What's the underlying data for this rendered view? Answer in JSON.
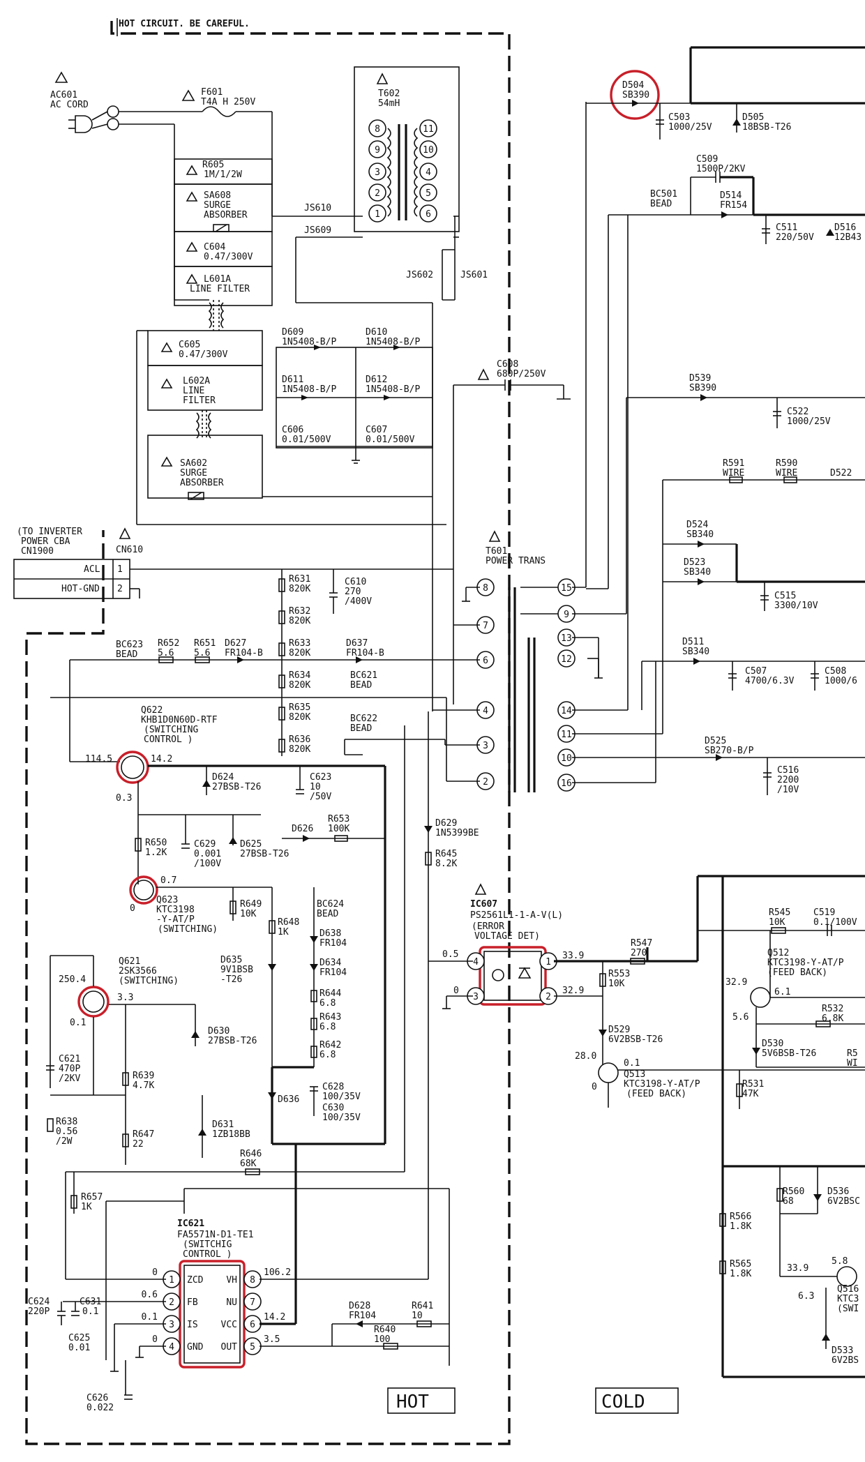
{
  "header": {
    "warning": "HOT CIRCUIT. BE CAREFUL."
  },
  "regions": {
    "hot": "HOT",
    "cold": "COLD"
  },
  "input": {
    "ac601": [
      "AC601",
      "AC CORD"
    ],
    "f601": [
      "F601",
      "T4A H 250V"
    ],
    "r605": [
      "R605",
      "1M/1/2W"
    ],
    "sa608": [
      "SA608",
      "SURGE",
      "ABSORBER"
    ],
    "c604": [
      "C604",
      "0.47/300V"
    ],
    "l601a": [
      "L601A",
      "LINE FILTER"
    ],
    "c605": [
      "C605",
      "0.47/300V"
    ],
    "l602a": [
      "L602A",
      "LINE",
      "FILTER"
    ],
    "sa602": [
      "SA602",
      "SURGE",
      "ABSORBER"
    ]
  },
  "t602": {
    "name": "T602",
    "value": "54mH",
    "pins_left": [
      "8",
      "9",
      "3",
      "2",
      "1"
    ],
    "pins_right": [
      "11",
      "10",
      "4",
      "5",
      "6"
    ]
  },
  "jumpers": {
    "js610": "JS610",
    "js609": "JS609",
    "js602": "JS602",
    "js601": "JS601"
  },
  "bridge": {
    "d609": [
      "D609",
      "1N5408-B/P"
    ],
    "d610": [
      "D610",
      "1N5408-B/P"
    ],
    "d611": [
      "D611",
      "1N5408-B/P"
    ],
    "d612": [
      "D612",
      "1N5408-B/P"
    ],
    "c606": [
      "C606",
      "0.01/500V"
    ],
    "c607": [
      "C607",
      "0.01/500V"
    ],
    "c608": [
      "C608",
      "680P/250V"
    ]
  },
  "cn610": {
    "note": [
      "(TO INVERTER",
      "POWER CBA",
      "CN1900"
    ],
    "name": "CN610",
    "rows": [
      {
        "label": "ACL",
        "pin": "1"
      },
      {
        "label": "HOT-GND",
        "pin": "2"
      }
    ]
  },
  "bleeder": {
    "r631": [
      "R631",
      "820K"
    ],
    "r632": [
      "R632",
      "820K"
    ],
    "r633": [
      "R633",
      "820K"
    ],
    "r634": [
      "R634",
      "820K"
    ],
    "r635": [
      "R635",
      "820K"
    ],
    "r636": [
      "R636",
      "820K"
    ],
    "c610": [
      "C610",
      "270",
      "/400V"
    ]
  },
  "t601": {
    "name": "T601",
    "desc": "POWER TRANS",
    "pins_left": [
      "8",
      "7",
      "6",
      "4",
      "3",
      "2"
    ],
    "pins_right": [
      "15",
      "9",
      "13",
      "12",
      "14",
      "11",
      "10",
      "16"
    ]
  },
  "primary": {
    "bc623": [
      "BC623",
      "BEAD"
    ],
    "r652": [
      "R652",
      "5.6"
    ],
    "r651": [
      "R651",
      "5.6"
    ],
    "d627": [
      "D627",
      "FR104-B"
    ],
    "d637": [
      "D637",
      "FR104-B"
    ],
    "bc621": [
      "BC621",
      "BEAD"
    ],
    "bc622": [
      "BC622",
      "BEAD"
    ],
    "q622": [
      "Q622",
      "KHB1D0N60D-RTF",
      "(SWITCHING",
      "CONTROL )"
    ],
    "q622_v": [
      "114.5",
      "14.2",
      "0.3"
    ],
    "d624": [
      "D624",
      "27BSB-T26"
    ],
    "c623": [
      "C623",
      "10",
      "/50V"
    ],
    "d626": "D626",
    "r653": [
      "R653",
      "100K"
    ],
    "r650": [
      "R650",
      "1.2K"
    ],
    "c629": [
      "C629",
      "0.001",
      "/100V"
    ],
    "d625": [
      "D625",
      "27BSB-T26"
    ],
    "d629": [
      "D629",
      "1N5399BE"
    ],
    "r645": [
      "R645",
      "8.2K"
    ],
    "q623": [
      "Q623",
      "KTC3198",
      "-Y-AT/P",
      "(SWITCHING)"
    ],
    "q623_v": [
      "0.7",
      "0"
    ],
    "r649": [
      "R649",
      "10K"
    ],
    "r648": [
      "R648",
      "1K"
    ],
    "bc624": [
      "BC624",
      "BEAD"
    ],
    "d638": [
      "D638",
      "FR104"
    ],
    "d634": [
      "D634",
      "FR104"
    ],
    "r644": [
      "R644",
      "6.8"
    ],
    "r643": [
      "R643",
      "6.8"
    ],
    "r642": [
      "R642",
      "6.8"
    ],
    "q621": [
      "Q621",
      "2SK3566",
      "(SWITCHING)"
    ],
    "q621_v": [
      "250.4",
      "3.3",
      "0.1"
    ],
    "d635": [
      "D635",
      "9V1BSB",
      "-T26"
    ],
    "d630": [
      "D630",
      "27BSB-T26"
    ],
    "c621": [
      "C621",
      "470P",
      "/2KV"
    ],
    "r639": [
      "R639",
      "4.7K"
    ],
    "d636": "D636",
    "c628": [
      "C628",
      "100/35V"
    ],
    "c630": [
      "C630",
      "100/35V"
    ],
    "r638": [
      "R638",
      "0.56",
      "/2W"
    ],
    "d631": [
      "D631",
      "1ZB18BB"
    ],
    "r647": [
      "R647",
      "22"
    ],
    "r646": [
      "R646",
      "68K"
    ],
    "r657": [
      "R657",
      "1K"
    ]
  },
  "ic621": {
    "name": "IC621",
    "part": [
      "FA5571N-D1-TE1",
      "(SWITCHIG",
      "CONTROL )"
    ],
    "left_pins": [
      {
        "n": "1",
        "label": "ZCD",
        "v": "0"
      },
      {
        "n": "2",
        "label": "FB",
        "v": "0.6"
      },
      {
        "n": "3",
        "label": "IS",
        "v": "0.1"
      },
      {
        "n": "4",
        "label": "GND",
        "v": "0"
      }
    ],
    "right_pins": [
      {
        "n": "8",
        "label": "VH",
        "v": "106.2"
      },
      {
        "n": "7",
        "label": "NU",
        "v": ""
      },
      {
        "n": "6",
        "label": "VCC",
        "v": "14.2"
      },
      {
        "n": "5",
        "label": "OUT",
        "v": "3.5"
      }
    ],
    "c624": [
      "C624",
      "220P"
    ],
    "c631": [
      "C631",
      "0.1"
    ],
    "c625": [
      "C625",
      "0.01"
    ],
    "c626": [
      "C626",
      "0.022"
    ],
    "d628": [
      "D628",
      "FR104"
    ],
    "r641": [
      "R641",
      "10"
    ],
    "r640": [
      "R640",
      "100"
    ]
  },
  "ic607": {
    "name": "IC607",
    "part": [
      "PS2561L1-1-A-V(L)",
      "(ERROR",
      "VOLTAGE DET)"
    ],
    "v": [
      "0.5",
      "0",
      "33.9",
      "32.9"
    ],
    "pins": [
      "4",
      "3",
      "1",
      "2"
    ]
  },
  "secondary": {
    "d504": [
      "D504",
      "SB390"
    ],
    "c503": [
      "C503",
      "1000/25V"
    ],
    "d505": [
      "D505",
      "18BSB-T26"
    ],
    "c509": [
      "C509",
      "1500P/2KV"
    ],
    "bc501": [
      "BC501",
      "BEAD"
    ],
    "d514": [
      "D514",
      "FR154"
    ],
    "c511": [
      "C511",
      "220/50V"
    ],
    "d516": [
      "D516",
      "12B43"
    ],
    "d539": [
      "D539",
      "SB390"
    ],
    "c522": [
      "C522",
      "1000/25V"
    ],
    "r591": [
      "R591",
      "WIRE"
    ],
    "r590": [
      "R590",
      "WIRE"
    ],
    "d522": "D522",
    "d524": [
      "D524",
      "SB340"
    ],
    "d523": [
      "D523",
      "SB340"
    ],
    "c515": [
      "C515",
      "3300/10V"
    ],
    "d511": [
      "D511",
      "SB340"
    ],
    "c507": [
      "C507",
      "4700/6.3V"
    ],
    "c508": [
      "C508",
      "1000/6"
    ],
    "d525": [
      "D525",
      "SB270-B/P"
    ],
    "c516": [
      "C516",
      "2200",
      "/10V"
    ]
  },
  "feedback": {
    "r545": [
      "R545",
      "10K"
    ],
    "c519": [
      "C519",
      "0.1/100V"
    ],
    "q512": [
      "Q512",
      "KTC3198-Y-AT/P",
      "(FEED BACK)"
    ],
    "q512_v": [
      "32.9",
      "6.1",
      "5.6"
    ],
    "r547": [
      "R547",
      "270"
    ],
    "r553": [
      "R553",
      "10K"
    ],
    "r532": [
      "R532",
      "6.8K"
    ],
    "d530": [
      "D530",
      "5V6BSB-T26"
    ],
    "r5x": [
      "R5",
      "WI"
    ],
    "d529": [
      "D529",
      "6V2BSB-T26"
    ],
    "q513": [
      "Q513",
      "KTC3198-Y-AT/P",
      "(FEED BACK)"
    ],
    "q513_v": [
      "28.0",
      "0.1",
      "0"
    ],
    "r531": [
      "R531",
      "47K"
    ],
    "r560": [
      "R560",
      "68"
    ],
    "d536": [
      "D536",
      "6V2BSC"
    ],
    "r566": [
      "R566",
      "1.8K"
    ],
    "r565": [
      "R565",
      "1.8K"
    ],
    "q516": [
      "Q516",
      "KTC3",
      "(SWI"
    ],
    "q516_v": [
      "33.9",
      "5.8",
      "6.3"
    ],
    "d533": [
      "D533",
      "6V2BS"
    ]
  }
}
